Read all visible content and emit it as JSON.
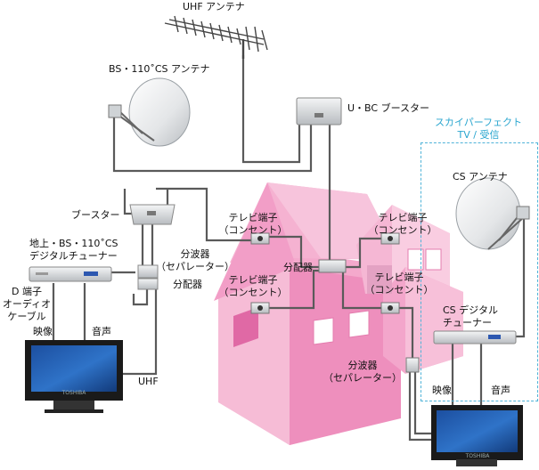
{
  "labels": {
    "uhf_antenna": "UHF アンテナ",
    "bs_cs_antenna": "BS・110˚CS アンテナ",
    "u_bc_booster": "U・BC ブースター",
    "skyperfect_line1": "スカイパーフェクト",
    "skyperfect_line2": "TV / 受信",
    "cs_antenna": "CS アンテナ",
    "booster": "ブースター",
    "tuner_line1": "地上・BS・110˚CS",
    "tuner_line2": "デジタルチューナー",
    "splitter_sep_line1": "分波器",
    "splitter_sep_line2": "（セパレーター）",
    "distributor": "分配器",
    "d_terminal_line1": "D 端子",
    "d_terminal_line2": "オーディオ",
    "d_terminal_line3": "ケーブル",
    "video": "映像",
    "audio": "音声",
    "uhf": "UHF",
    "tv_outlet_line1": "テレビ端子",
    "tv_outlet_line2": "（コンセント）",
    "cs_tuner_line1": "CS デジタル",
    "cs_tuner_line2": "チューナー",
    "tv_brand": "TOSHIBA"
  },
  "colors": {
    "house_light": "#f6bcd6",
    "house_mid": "#f08fbb",
    "house_dark": "#e062a0",
    "cable": "#555555",
    "device": "#d8dcde",
    "skyperfect_box": "#4fb3d8"
  }
}
